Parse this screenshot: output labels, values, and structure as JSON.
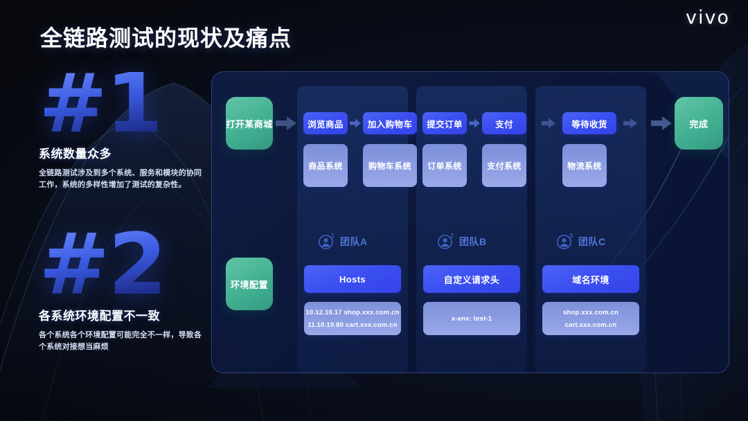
{
  "brand": {
    "logo_text": "vivo"
  },
  "page_title": "全链路测试的现状及痛点",
  "pain_points": [
    {
      "number": "#1",
      "title": "系统数量众多",
      "desc": "全链路测试涉及到多个系统、服务和模块的协同工作，系统的多样性增加了测试的复杂性。"
    },
    {
      "number": "#2",
      "title": "各系统环境配置不一致",
      "desc": "各个系统各个环境配置可能完全不一样，导致各个系统对接想当麻烦"
    }
  ],
  "diagram": {
    "start_node": "打开某商城",
    "end_node": "完成",
    "env_node": "环境配置",
    "columns": [
      {
        "steps": [
          "浏览商品",
          "加入购物车"
        ],
        "systems": [
          "商品系统",
          "购物车系统"
        ],
        "team": {
          "label": "团队A",
          "badge": "1"
        },
        "config_title": "Hosts",
        "config_lines": [
          "10.12.10.17  shop.xxx.com.cn",
          "11.10.19.80 cart.xxx.com.cn"
        ]
      },
      {
        "steps": [
          "提交订单",
          "支付"
        ],
        "systems": [
          "订单系统",
          "支付系统"
        ],
        "team": {
          "label": "团队B",
          "badge": "2"
        },
        "config_title": "自定义请求头",
        "config_lines": [
          "x-env: test-1"
        ]
      },
      {
        "steps": [
          "等待收货"
        ],
        "systems": [
          "物流系统"
        ],
        "team": {
          "label": "团队C",
          "badge": "3"
        },
        "config_title": "域名环境",
        "config_lines": [
          "shop.xxx.com.cn",
          "cart.xxx.com.cn"
        ]
      }
    ]
  },
  "colors": {
    "accent_blue": "#3b4ff0",
    "accent_green": "#4bb798",
    "system_box": "#8a9be0",
    "team_blue": "#4f78d8",
    "background": "#06080f"
  }
}
